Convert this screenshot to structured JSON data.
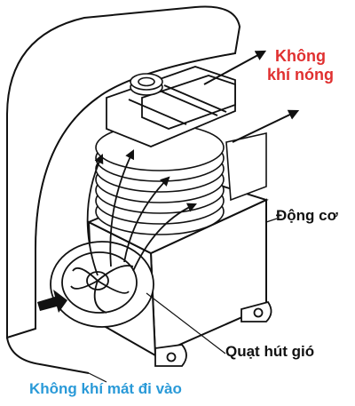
{
  "labels": {
    "hot_air_line1": "Không",
    "hot_air_line2": "khí nóng",
    "motor": "Động cơ",
    "intake_fan": "Quạt hút gió",
    "cool_air_in": "Không khí mát đi vào"
  },
  "colors": {
    "hot_air": "#e03030",
    "cool_air": "#2a9ad8",
    "ink": "#111111",
    "background": "#ffffff"
  }
}
